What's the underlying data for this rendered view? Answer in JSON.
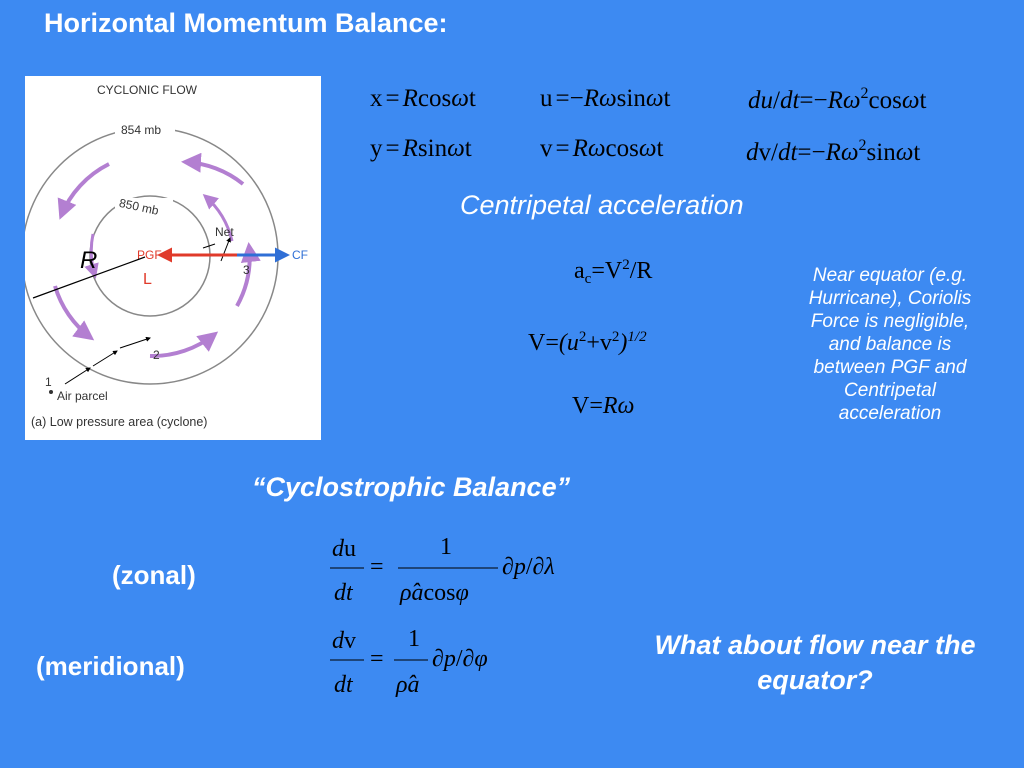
{
  "slide": {
    "title": "Horizontal Momentum Balance:",
    "centripetal_label": "Centripetal acceleration",
    "note": "Near equator (e.g. Hurricane), Coriolis Force is negligible, and balance is between PGF and Centripetal acceleration",
    "cyclostrophic_label": "“Cyclostrophic Balance”",
    "zonal_label": "(zonal)",
    "meridional_label": "(meridional)",
    "question": "What about flow near the equator?"
  },
  "figure": {
    "title": "CYCLONIC FLOW",
    "outer_isobar": "854 mb",
    "inner_isobar": "850 mb",
    "pgf": "PGF",
    "low": "L",
    "net": "Net",
    "cf": "CF",
    "radius_label": "R",
    "num1": "1",
    "num2": "2",
    "num3": "3",
    "air_parcel": "Air parcel",
    "caption": "(a) Low pressure area (cyclone)"
  },
  "colors": {
    "background": "#3d8af2",
    "pgf_red": "#e03a2a",
    "cf_blue": "#2f6fd6",
    "flow_arrows": "#b37fd1"
  }
}
